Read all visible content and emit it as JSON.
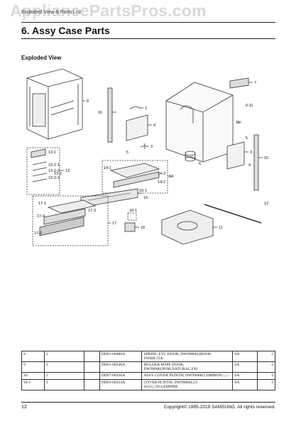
{
  "watermark": "AppliancePartsPros.com",
  "breadcrumb": "Exploded View & Parts List",
  "section_title": "6.  Assy Case Parts",
  "subheading": "Exploded View",
  "callouts": [
    "8",
    "2",
    "16",
    "4",
    "3",
    "5",
    "7",
    "6-11",
    "15",
    "3",
    "4",
    "6",
    "5",
    "16",
    "13-1",
    "13-2-1",
    "13-2-2",
    "13-2-3",
    "13-2",
    "13",
    "14-1",
    "14-3",
    "14-2",
    "14",
    "10-1",
    "10",
    "12",
    "18",
    "11",
    "18-1",
    "17-1",
    "17-4",
    "17-3",
    "17-2",
    "17"
  ],
  "table": {
    "rows": [
      {
        "ref": "8",
        "qty": "2",
        "code": "DD61-00480A",
        "desc": "SPRING ETC DOOR; DW9900H,HSWR-SWRH,72A",
        "sa": "SA",
        "num": "2"
      },
      {
        "ref": "9",
        "qty": "2",
        "code": "DD61-00546A",
        "desc": "HOLDER ROPE DOOR; DW9900H,POM,NATURAL,F20",
        "sa": "SA",
        "num": "2"
      },
      {
        "ref": "10",
        "qty": "2",
        "code": "DD97-00226A",
        "desc": "ASSY COVER PLINTH; DW9900H,COMMON,-,-,-",
        "sa": "SA",
        "num": "1"
      },
      {
        "ref": "10-1",
        "qty": "3",
        "code": "DD63-00254A",
        "desc": "COVER PLINTH; DW9900H,GI-SGCC,T0.4,EMPIRE",
        "sa": "SA",
        "num": "1"
      }
    ]
  },
  "footer": {
    "page": "12",
    "copyright": "Copyright© 1995-2019 SAMSUNG. All rights reserved."
  }
}
